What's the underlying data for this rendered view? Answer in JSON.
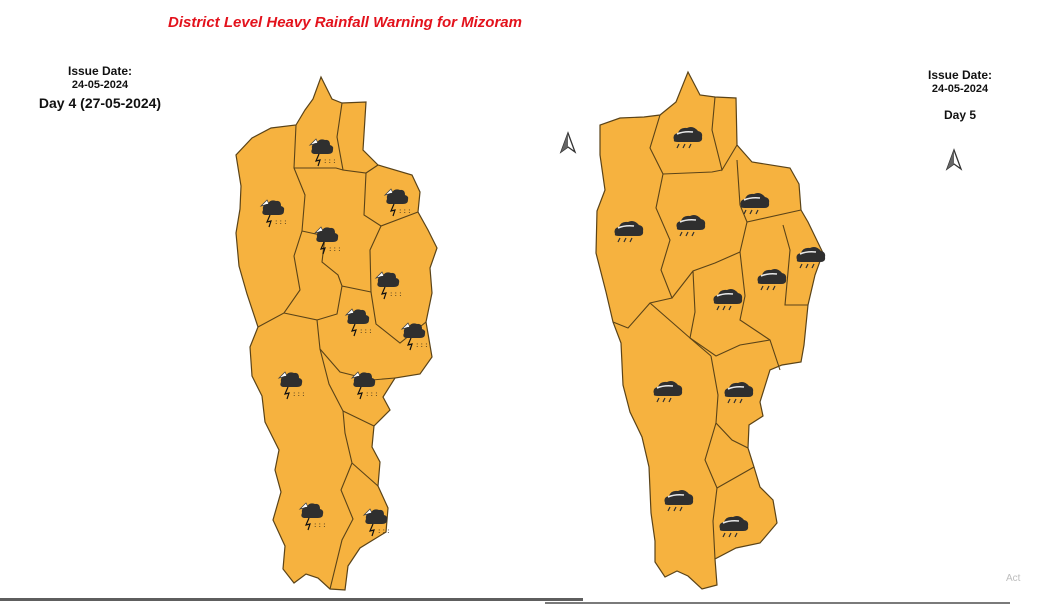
{
  "title": "District Level Heavy Rainfall Warning for Mizoram",
  "left_panel": {
    "issue_label": "Issue Date:",
    "issue_date": "24-05-2024",
    "day_label": "Day 4 (27-05-2024)"
  },
  "right_panel": {
    "issue_label": "Issue Date:",
    "issue_date": "24-05-2024",
    "day_label": "Day 5"
  },
  "colors": {
    "district_fill": "#f6b23f",
    "district_border": "#5a4318",
    "title": "#e3121c",
    "cloud": "#2f2f2f"
  },
  "watermark": "Act",
  "icons": {
    "day4": "thunderstorm-lightning-cloud-icon",
    "day5": "dark-rain-cloud-icon",
    "north": "north-arrow-icon"
  }
}
